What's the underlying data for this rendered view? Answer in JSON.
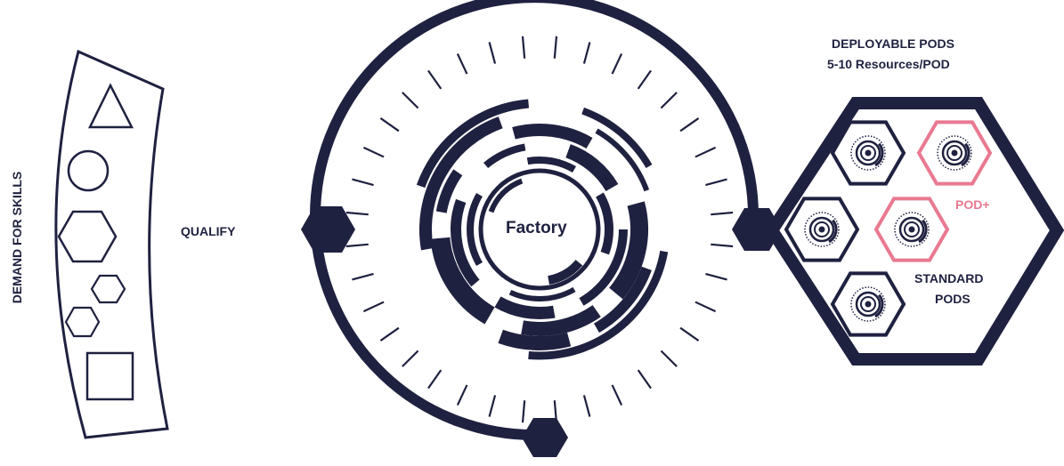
{
  "colors": {
    "navy": "#1f2140",
    "pink": "#e97990",
    "background": "#ffffff"
  },
  "demand": {
    "label": "DEMAND FOR SKILLS",
    "shapes": [
      "triangle",
      "circle",
      "large-hexagon",
      "small-hexagon",
      "small-hexagon",
      "square"
    ]
  },
  "qualify": {
    "label": "QUALIFY"
  },
  "factory": {
    "label": "Factory"
  },
  "pods": {
    "title_line1": "DEPLOYABLE PODS",
    "title_line2": "5-10 Resources/POD",
    "pod_plus_label": "POD+",
    "standard_line1": "STANDARD",
    "standard_line2": "PODS",
    "icons": [
      "gear-pod-icon"
    ]
  }
}
